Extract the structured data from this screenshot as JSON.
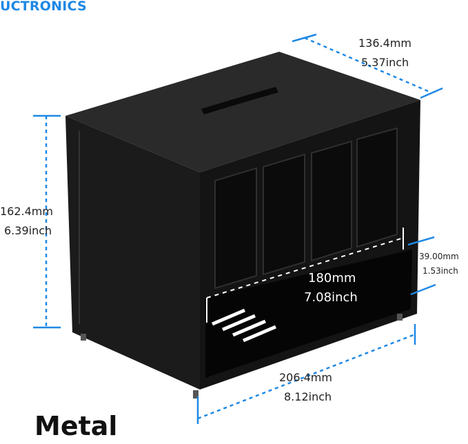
{
  "brand": {
    "logo_text": "UCTRONICS",
    "color": "#1e88e5"
  },
  "accent_color": "#1e88e5",
  "dimensions": {
    "depth": {
      "mm": "136.4mm",
      "inch": "5.37inch"
    },
    "height": {
      "mm": "162.4mm",
      "inch": "6.39inch"
    },
    "width": {
      "mm": "206.4mm",
      "inch": "8.12inch"
    },
    "inner_width": {
      "mm": "180mm",
      "inch": "7.08inch"
    },
    "slot_gap": {
      "mm": "39.00mm",
      "inch": "1.53inch"
    }
  },
  "caption": "Metal",
  "product": {
    "color": "#111111",
    "bays": 4
  }
}
